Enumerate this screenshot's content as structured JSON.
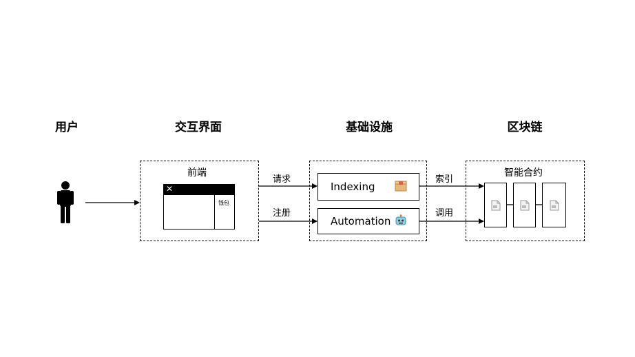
{
  "columns": {
    "user": "用户",
    "interface": "交互界面",
    "infrastructure": "基础设施",
    "blockchain": "区块链"
  },
  "frontend": {
    "title": "前端",
    "window_close_glyph": "✕",
    "wallet_label": "钱包"
  },
  "infrastructure": {
    "indexing_label": "Indexing",
    "automation_label": "Automation",
    "indexing_icon": "box-icon",
    "automation_icon": "robot-icon"
  },
  "blockchain": {
    "title": "智能合约",
    "contract_count": 3,
    "contract_icon": "document-icon"
  },
  "edges": {
    "request": "请求",
    "register": "注册",
    "index": "索引",
    "invoke": "调用"
  }
}
